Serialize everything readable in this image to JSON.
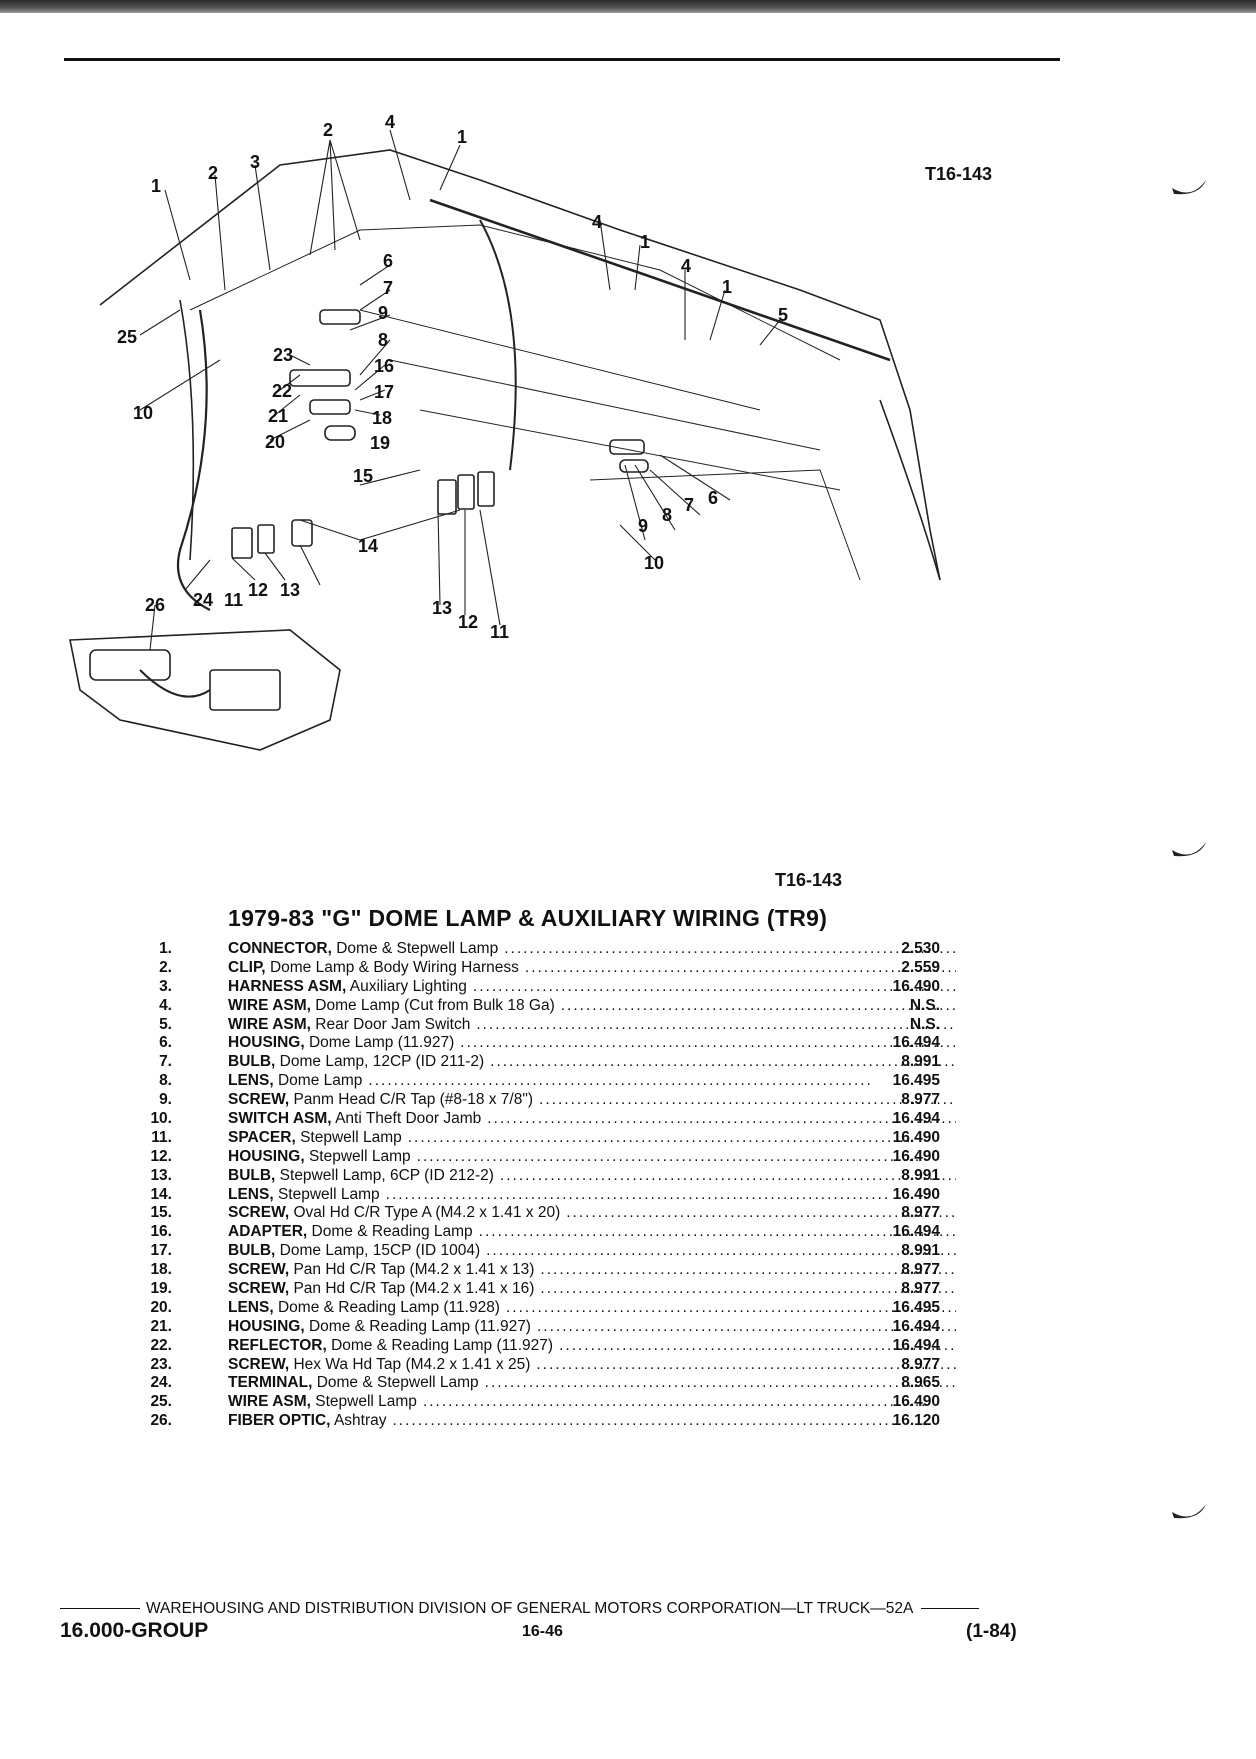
{
  "figure_code_top": "T16-143",
  "figure_code_bottom": "T16-143",
  "callouts": [
    "1",
    "2",
    "3",
    "4",
    "5",
    "6",
    "7",
    "8",
    "9",
    "10",
    "11",
    "12",
    "13",
    "14",
    "15",
    "16",
    "17",
    "18",
    "19",
    "20",
    "21",
    "22",
    "23",
    "24",
    "25",
    "26"
  ],
  "title": "1979-83 \"G\" DOME LAMP & AUXILIARY WIRING (TR9)",
  "parts": [
    {
      "num": "1.",
      "name": "CONNECTOR,",
      "desc": "Dome & Stepwell Lamp",
      "group": "2.530"
    },
    {
      "num": "2.",
      "name": "CLIP,",
      "desc": "Dome Lamp & Body Wiring Harness",
      "group": "2.559"
    },
    {
      "num": "3.",
      "name": "HARNESS ASM,",
      "desc": "Auxiliary Lighting",
      "group": "16.490"
    },
    {
      "num": "4.",
      "name": "WIRE ASM,",
      "desc": "Dome Lamp (Cut from Bulk 18 Ga)",
      "group": "N.S."
    },
    {
      "num": "5.",
      "name": "WIRE ASM,",
      "desc": "Rear Door Jam Switch",
      "group": "N.S."
    },
    {
      "num": "6.",
      "name": "HOUSING,",
      "desc": "Dome Lamp (11.927)",
      "group": "16.494"
    },
    {
      "num": "7.",
      "name": "BULB,",
      "desc": "Dome Lamp, 12CP (ID 211-2)",
      "group": "8.991"
    },
    {
      "num": "8.",
      "name": "LENS,",
      "desc": "Dome Lamp",
      "group": "16.495"
    },
    {
      "num": "9.",
      "name": "SCREW,",
      "desc": "Panm Head C/R Tap (#8-18 x 7/8\")",
      "group": "8.977"
    },
    {
      "num": "10.",
      "name": "SWITCH ASM,",
      "desc": "Anti Theft Door Jamb",
      "group": "16.494"
    },
    {
      "num": "11.",
      "name": "SPACER,",
      "desc": "Stepwell Lamp",
      "group": "16.490"
    },
    {
      "num": "12.",
      "name": "HOUSING,",
      "desc": "Stepwell Lamp",
      "group": "16.490"
    },
    {
      "num": "13.",
      "name": "BULB,",
      "desc": "Stepwell Lamp, 6CP (ID 212-2)",
      "group": "8.991"
    },
    {
      "num": "14.",
      "name": "LENS,",
      "desc": "Stepwell Lamp",
      "group": "16.490"
    },
    {
      "num": "15.",
      "name": "SCREW,",
      "desc": "Oval Hd C/R Type A (M4.2 x 1.41 x 20)",
      "group": "8.977"
    },
    {
      "num": "16.",
      "name": "ADAPTER,",
      "desc": "Dome & Reading Lamp",
      "group": "16.494"
    },
    {
      "num": "17.",
      "name": "BULB,",
      "desc": "Dome Lamp, 15CP (ID 1004)",
      "group": "8.991"
    },
    {
      "num": "18.",
      "name": "SCREW,",
      "desc": "Pan Hd C/R Tap (M4.2 x 1.41 x 13)",
      "group": "8.977"
    },
    {
      "num": "19.",
      "name": "SCREW,",
      "desc": "Pan Hd C/R Tap (M4.2 x 1.41 x 16)",
      "group": "8.977"
    },
    {
      "num": "20.",
      "name": "LENS,",
      "desc": "Dome & Reading Lamp (11.928)",
      "group": "16.495"
    },
    {
      "num": "21.",
      "name": "HOUSING,",
      "desc": "Dome & Reading Lamp (11.927)",
      "group": "16.494"
    },
    {
      "num": "22.",
      "name": "REFLECTOR,",
      "desc": "Dome & Reading Lamp (11.927)",
      "group": "16.494"
    },
    {
      "num": "23.",
      "name": "SCREW,",
      "desc": "Hex Wa Hd Tap (M4.2 x 1.41 x 25)",
      "group": "8.977"
    },
    {
      "num": "24.",
      "name": "TERMINAL,",
      "desc": "Dome & Stepwell Lamp",
      "group": "8.965"
    },
    {
      "num": "25.",
      "name": "WIRE ASM,",
      "desc": "Stepwell Lamp",
      "group": "16.490"
    },
    {
      "num": "26.",
      "name": "FIBER OPTIC,",
      "desc": "Ashtray",
      "group": "16.120"
    }
  ],
  "footer": {
    "division": "WAREHOUSING AND DISTRIBUTION  DIVISION OF GENERAL MOTORS CORPORATION—LT TRUCK—52A",
    "group": "16.000-GROUP",
    "page": "16-46",
    "date": "(1-84)"
  }
}
